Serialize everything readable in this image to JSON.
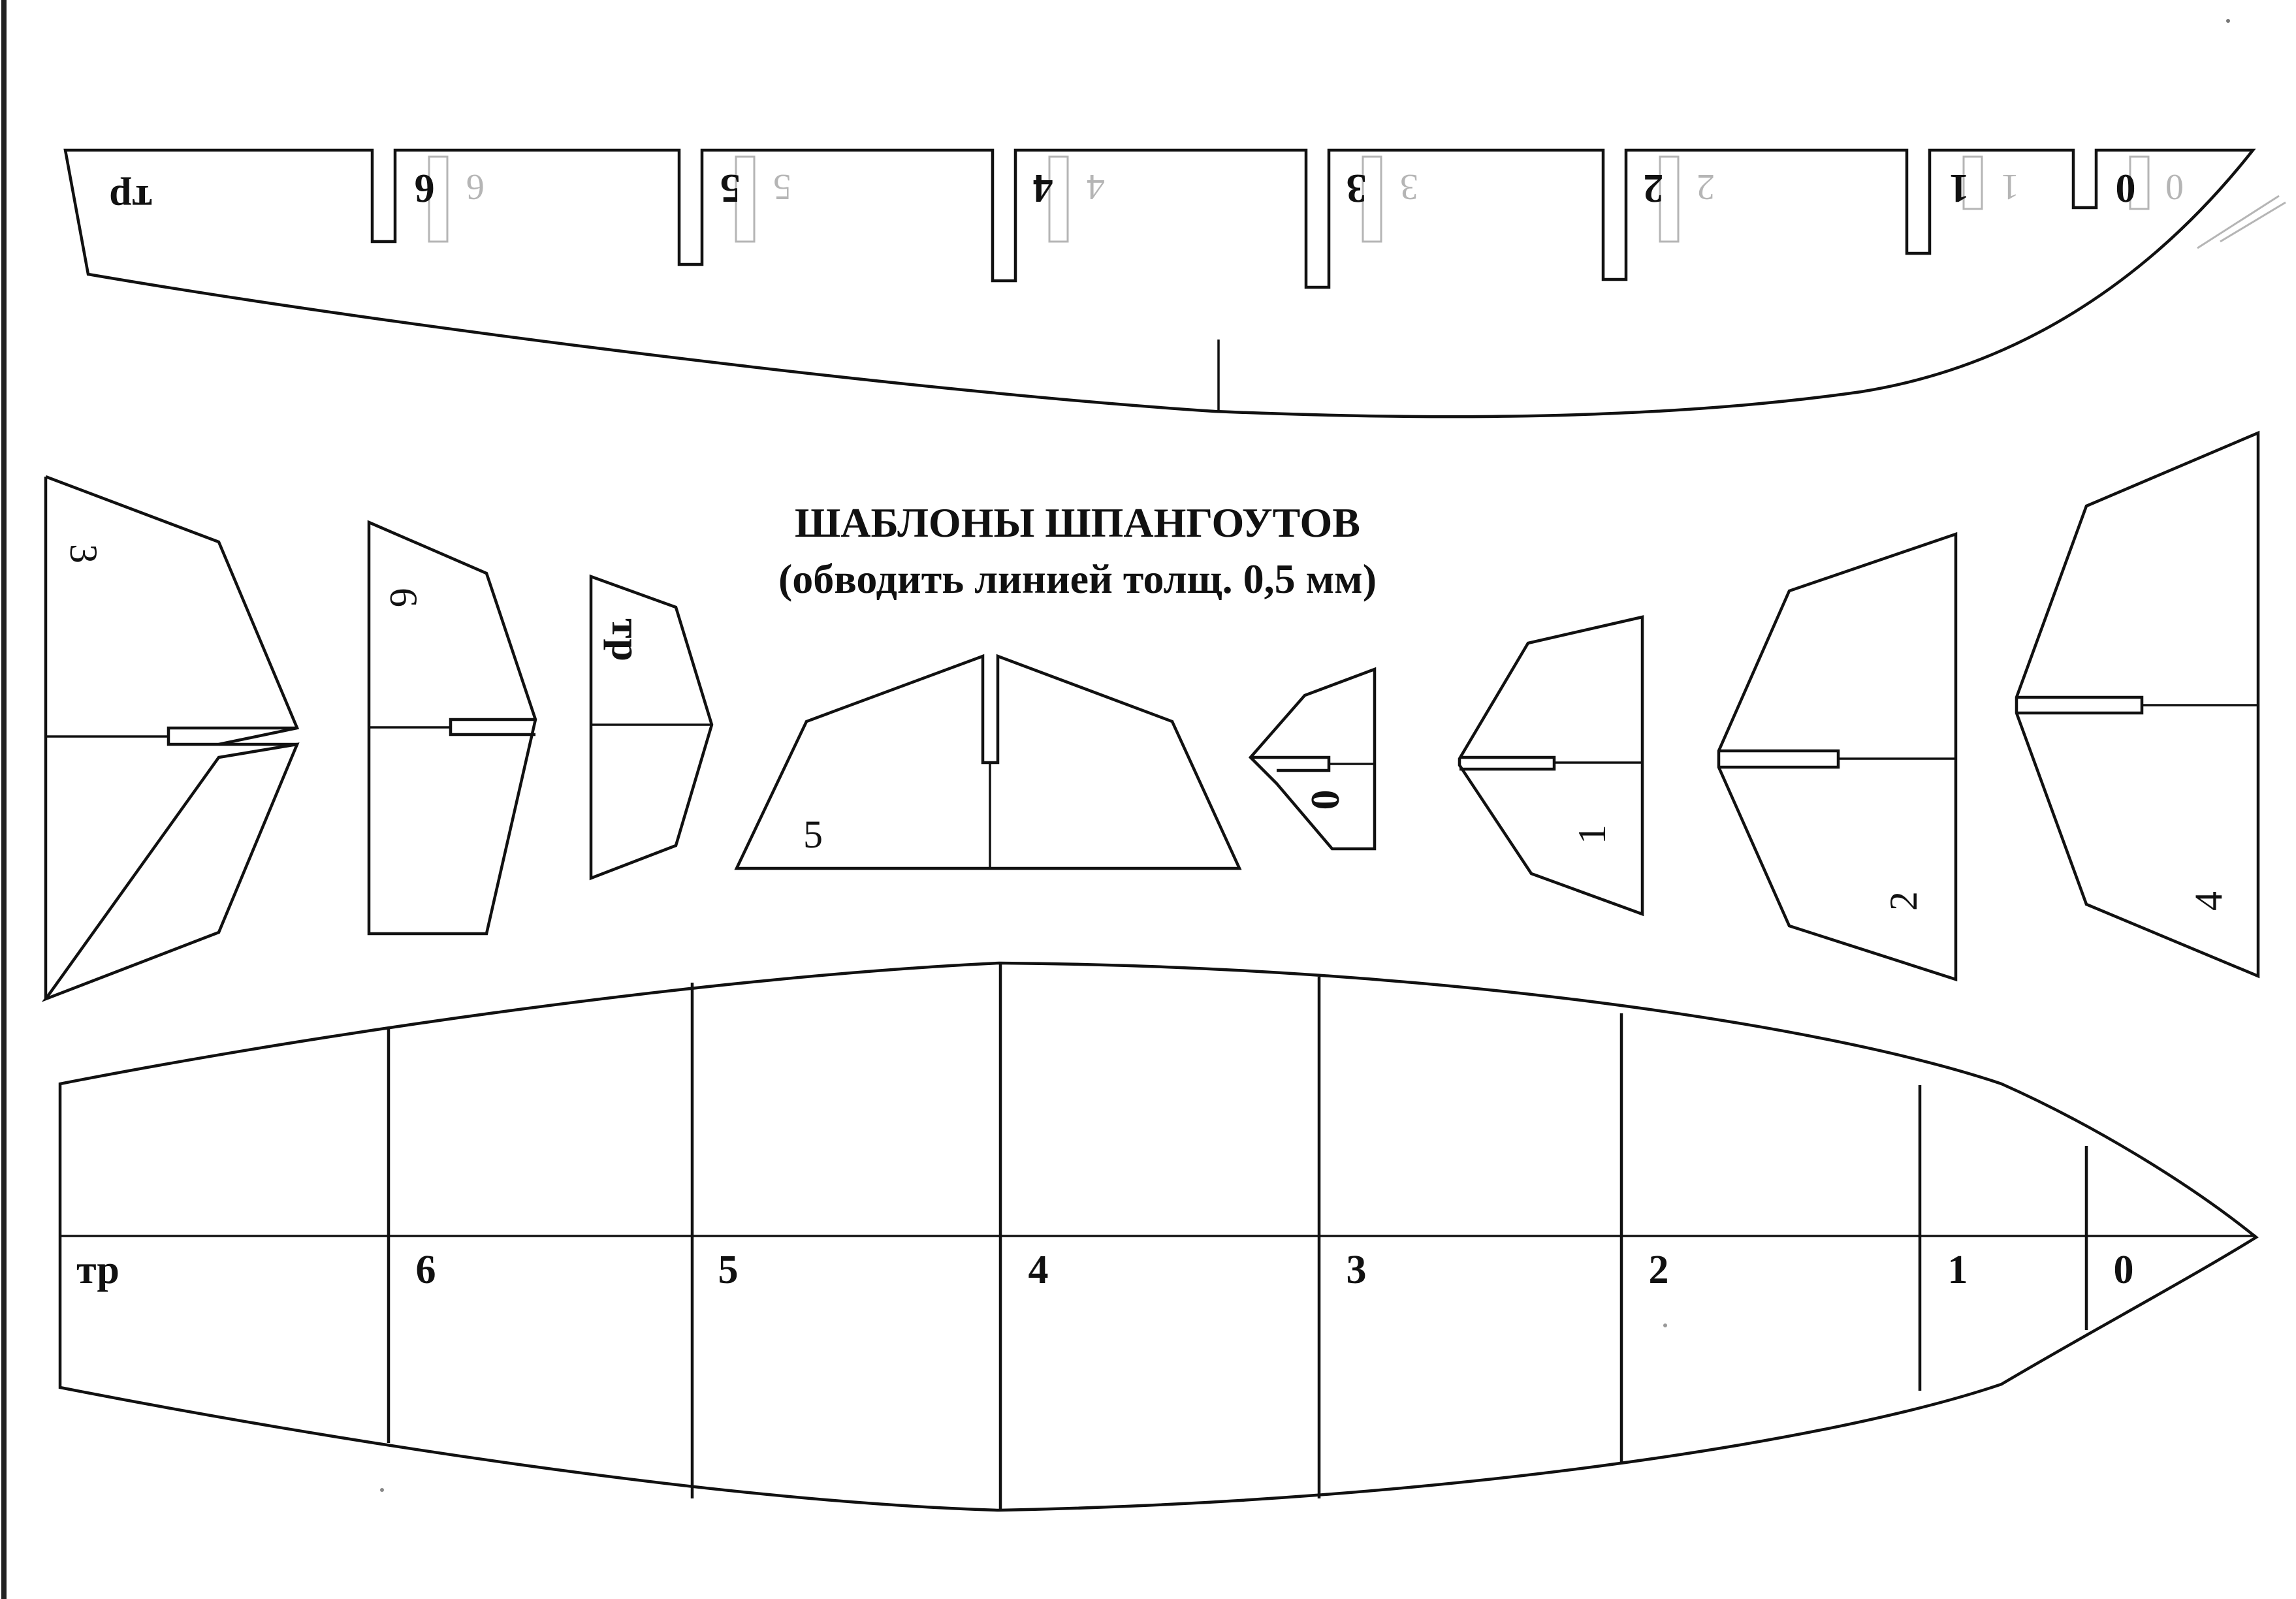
{
  "title": "ШАБЛОНЫ ШПАНГОУТОВ",
  "subtitle": "(обводить линией толщ. 0,5 мм)",
  "keel_labels": [
    "тр",
    "6",
    "5",
    "4",
    "3",
    "2",
    "1",
    "0"
  ],
  "keel_ghost_labels": [
    "6",
    "5",
    "4",
    "3",
    "2",
    "1",
    "0"
  ],
  "frame_labels": {
    "f3": "3",
    "f6": "6",
    "ftr": "тр",
    "f5": "5",
    "f0": "0",
    "f1": "1",
    "f2": "2",
    "f4": "4"
  },
  "plan_labels": [
    "тр",
    "6",
    "5",
    "4",
    "3",
    "2",
    "1",
    "0"
  ]
}
